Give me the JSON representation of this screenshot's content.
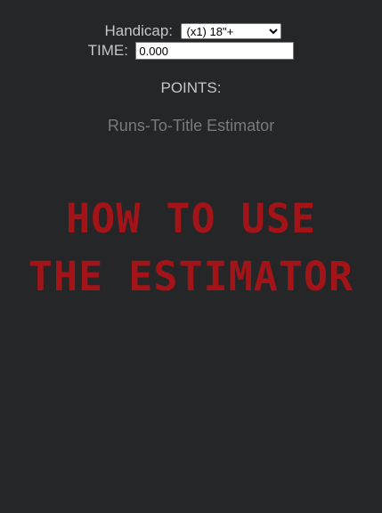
{
  "form": {
    "handicap_label": "Handicap:",
    "handicap_selected": "(x1) 18\"+",
    "time_label": "TIME:",
    "time_value": "0.000"
  },
  "points_label": "POINTS:",
  "subtitle": "Runs-To-Title Estimator",
  "heading": {
    "line1": "HOW TO USE",
    "line2": "THE ESTIMATOR"
  },
  "colors": {
    "background": "#252628",
    "heading": "#a31418",
    "label": "#c6c6c6",
    "subtitle": "#7a7a7a"
  }
}
